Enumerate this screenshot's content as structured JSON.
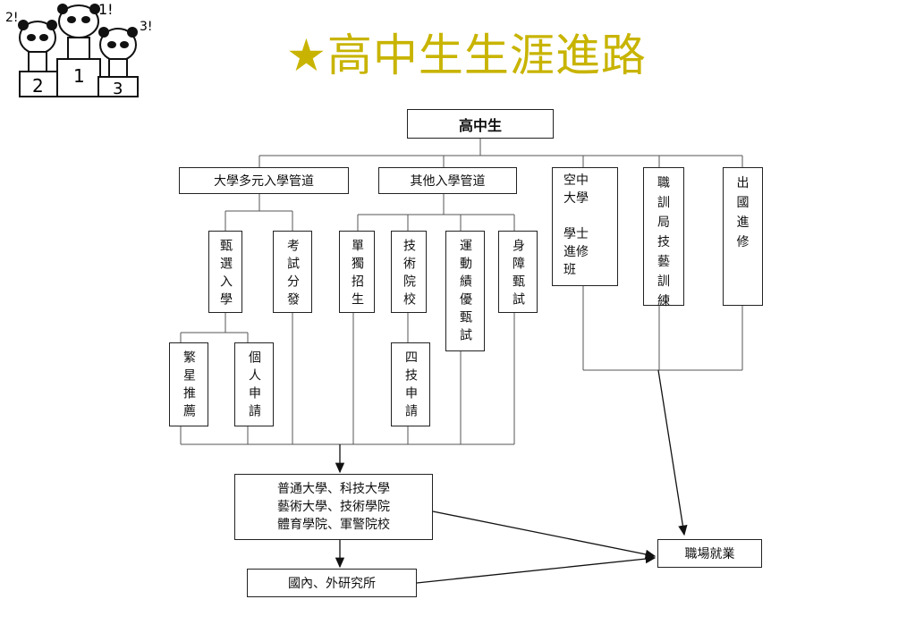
{
  "title": {
    "star": "★",
    "text": "高中生生涯進路"
  },
  "logo_marks": {
    "left": "2!",
    "center": "1!",
    "right": "3!",
    "podium2": "2",
    "podium1": "1",
    "podium3": "3"
  },
  "nodes": {
    "root": "高中生",
    "multi_admission": "大學多元入學管道",
    "other_admission": "其他入學管道",
    "open_univ": "空中\n大學\n\n學士\n進修\n班",
    "vocational": "職\n訓\n局\n技\n藝\n訓\n練",
    "abroad": "出\n國\n進\n修",
    "selection": "甄選入學",
    "exam_dist": "考試分發",
    "independent": "單獨招生",
    "tech_college": "技術院校",
    "sports": "運動績優甄試",
    "disabled": "身障甄試",
    "star_rec": "繁星推薦",
    "personal": "個人申請",
    "four_tech": "四技申請",
    "universities": "普通大學、科技大學\n藝術大學、技術學院\n體育學院、軍警院校",
    "grad_school": "國內、外研究所",
    "employment": "職場就業"
  }
}
